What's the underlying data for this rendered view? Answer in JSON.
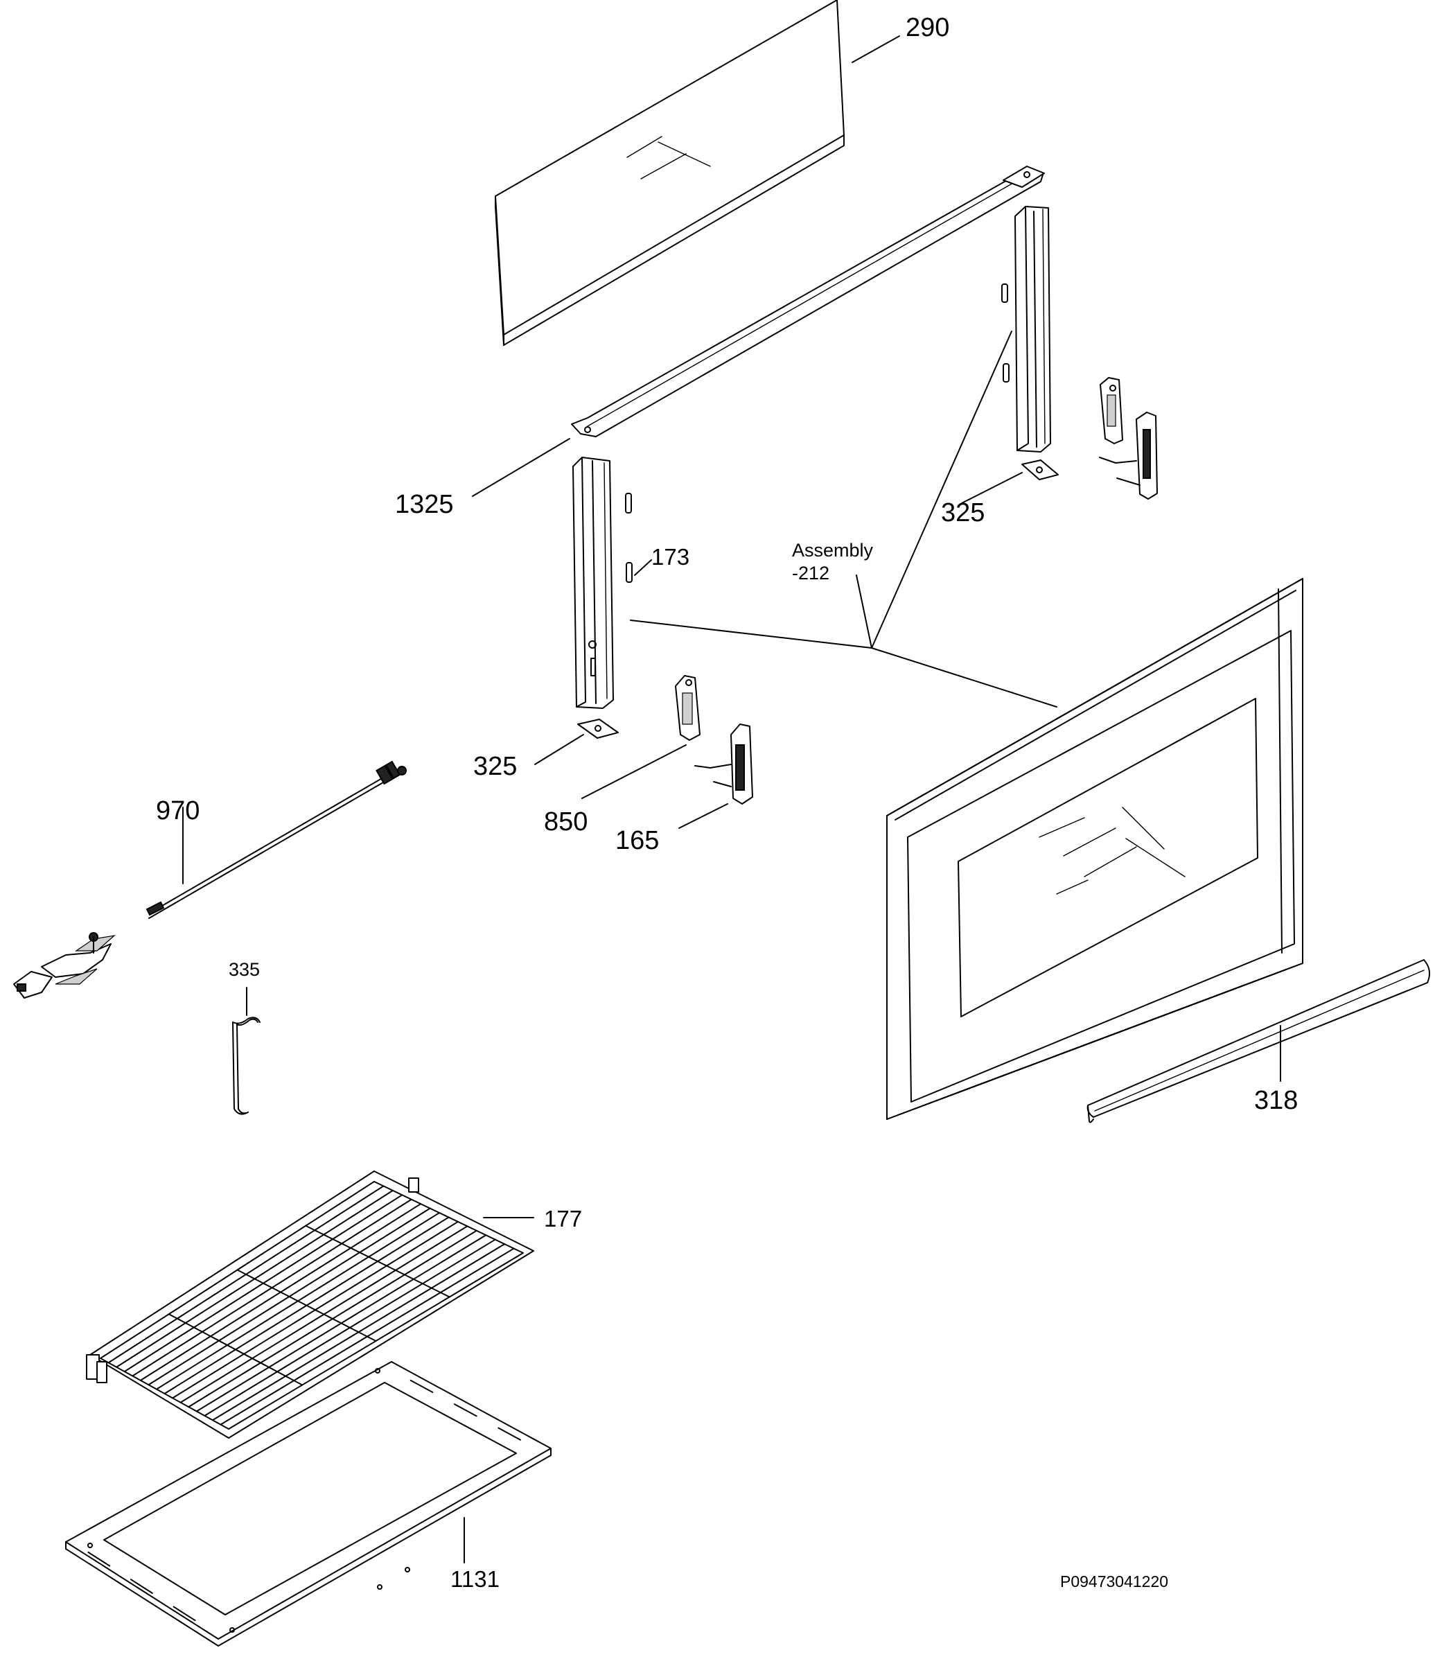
{
  "labels": {
    "p290": "290",
    "p1325": "1325",
    "p173": "173",
    "p325a": "325",
    "p325b": "325",
    "assembly_line1": "Assembly",
    "assembly_line2": "-212",
    "p850": "850",
    "p165": "165",
    "p970": "970",
    "p335": "335",
    "p318": "318",
    "p177": "177",
    "p1131": "1131"
  },
  "reference_code": "P09473041220",
  "colors": {
    "line": "#000000",
    "background": "#ffffff"
  }
}
